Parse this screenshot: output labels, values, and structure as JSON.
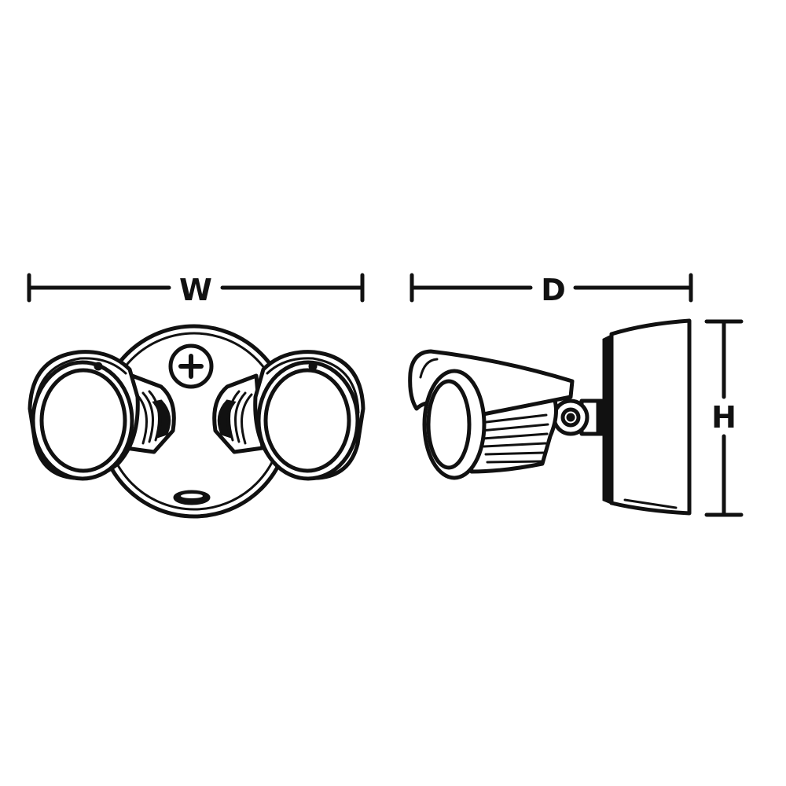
{
  "dimensions": {
    "width_label": "W",
    "depth_label": "D",
    "height_label": "H"
  },
  "colors": {
    "line": "#111111",
    "background": "#ffffff"
  }
}
